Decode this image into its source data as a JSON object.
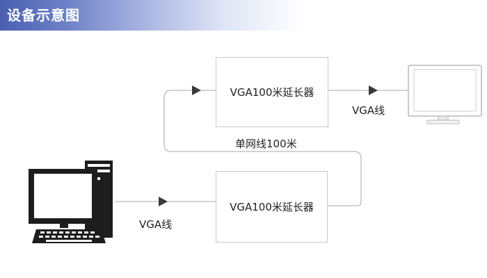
{
  "header": {
    "title": "设备示意图"
  },
  "diagram": {
    "extender_top": {
      "label": "VGA100米延长器"
    },
    "extender_bottom": {
      "label": "VGA100米延长器"
    },
    "cable_vga_monitor": {
      "label": "VGA线"
    },
    "cable_vga_pc": {
      "label": "VGA线"
    },
    "cable_network": {
      "label": "单网线100米"
    },
    "monitor": {
      "icon": "monitor-icon"
    },
    "computer": {
      "icon": "desktop-computer-icon"
    }
  },
  "colors": {
    "header_gradient_start": "#4a5fb0",
    "line": "#a8a8a8",
    "arrow": "#3a3a3a",
    "box_border": "#c9c9c9"
  }
}
